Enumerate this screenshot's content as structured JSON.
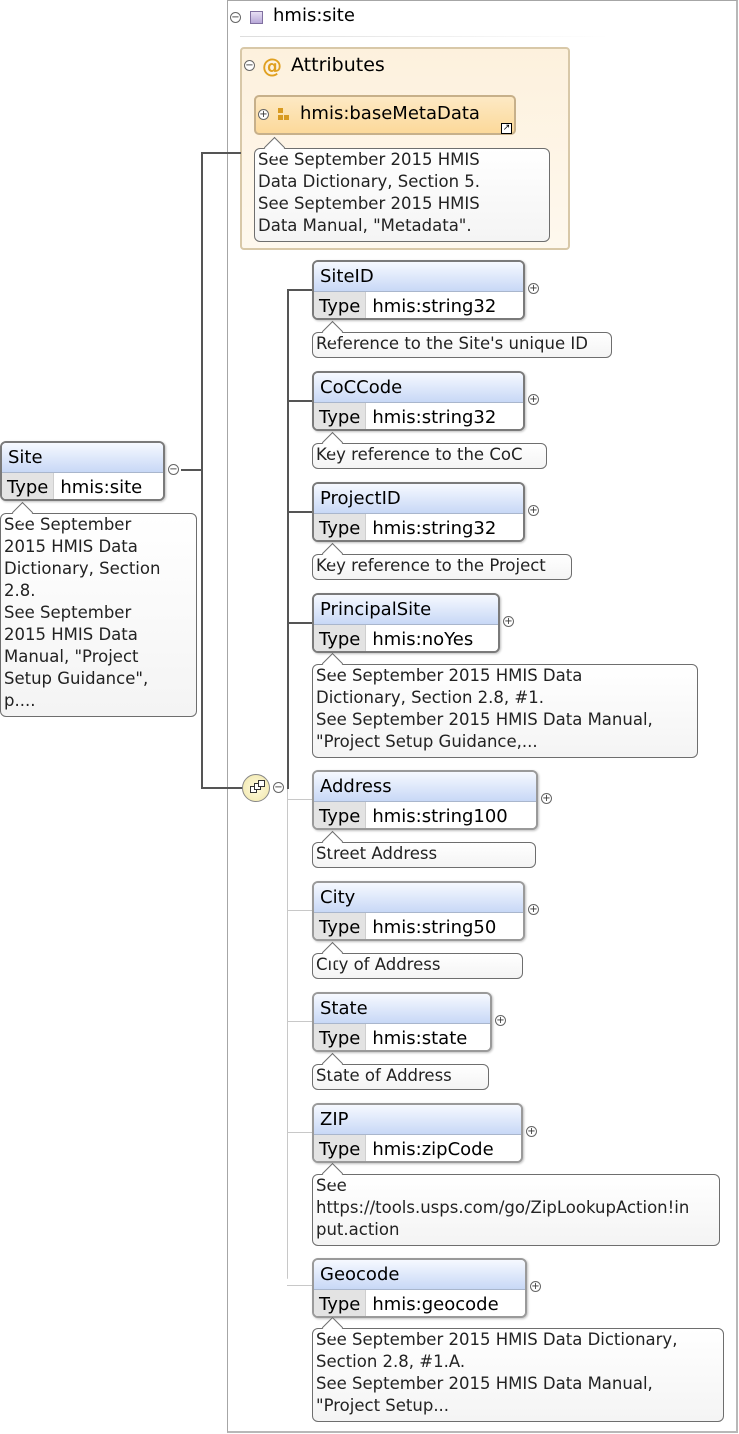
{
  "complex_type": {
    "name": "hmis:site",
    "collapse_symbol": "⊖"
  },
  "attributes": {
    "label": "Attributes",
    "attribute": {
      "name": "hmis:baseMetaData",
      "doc": "See September 2015 HMIS\nData Dictionary, Section 5.\nSee September 2015 HMIS\nData Manual, \"Metadata\"."
    }
  },
  "root_element": {
    "name": "Site",
    "type_key": "Type",
    "type_value": "hmis:site",
    "doc": "See September\n2015 HMIS Data\nDictionary, Section\n2.8.\nSee September\n2015 HMIS Data\nManual, \"Project\nSetup Guidance\",\np...."
  },
  "children": [
    {
      "name": "SiteID",
      "type_key": "Type",
      "type_value": "hmis:string32",
      "doc": "Reference to the Site's unique ID"
    },
    {
      "name": "CoCCode",
      "type_key": "Type",
      "type_value": "hmis:string32",
      "doc": "Key reference to the CoC"
    },
    {
      "name": "ProjectID",
      "type_key": "Type",
      "type_value": "hmis:string32",
      "doc": "Key reference to the Project"
    },
    {
      "name": "PrincipalSite",
      "type_key": "Type",
      "type_value": "hmis:noYes",
      "doc": "See September 2015 HMIS Data\nDictionary, Section 2.8, #1.\nSee September 2015 HMIS Data Manual,\n\"Project Setup Guidance,..."
    },
    {
      "name": "Address",
      "type_key": "Type",
      "type_value": "hmis:string100",
      "doc": "Street Address"
    },
    {
      "name": "City",
      "type_key": "Type",
      "type_value": "hmis:string50",
      "doc": "City of Address"
    },
    {
      "name": "State",
      "type_key": "Type",
      "type_value": "hmis:state",
      "doc": "State of Address"
    },
    {
      "name": "ZIP",
      "type_key": "Type",
      "type_value": "hmis:zipCode",
      "doc": "See\nhttps://tools.usps.com/go/ZipLookupAction!in\nput.action"
    },
    {
      "name": "Geocode",
      "type_key": "Type",
      "type_value": "hmis:geocode",
      "doc": "See September 2015 HMIS Data Dictionary,\nSection 2.8, #1.A.\nSee September 2015 HMIS Data Manual,\n\"Project Setup..."
    }
  ]
}
